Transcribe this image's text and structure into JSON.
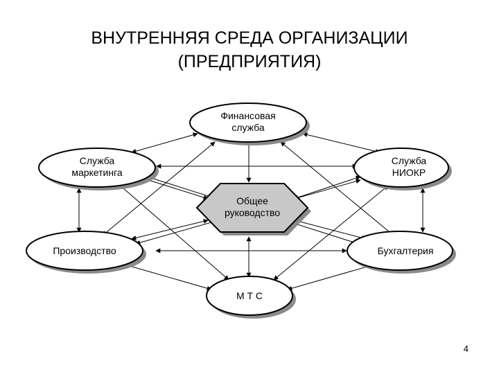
{
  "slide": {
    "title_line1": "ВНУТРЕННЯЯ СРЕДА ОРГАНИЗАЦИИ",
    "title_line2": "(ПРЕДПРИЯТИЯ)",
    "page_number": "4"
  },
  "diagram": {
    "nodes": {
      "finance": {
        "line1": "Финансовая",
        "line2": "служба"
      },
      "marketing": {
        "line1": "Служба",
        "line2": "маркетинга"
      },
      "rnd": {
        "line1": "Служба",
        "line2": "НИОКР"
      },
      "management": {
        "line1": "Общее",
        "line2": "руководство"
      },
      "production": {
        "line1": "Производство"
      },
      "accounting": {
        "line1": "Бухгалтерия"
      },
      "mts": {
        "line1": "М Т С"
      }
    }
  }
}
